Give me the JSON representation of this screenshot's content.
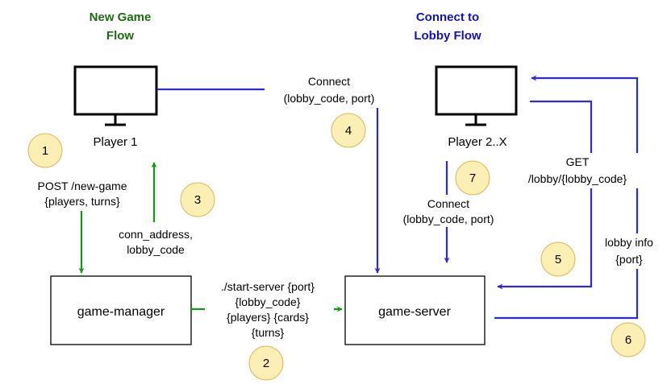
{
  "colors": {
    "green": "#129912",
    "blue": "#2a2ae6",
    "heading_green": "#1e6b14",
    "heading_blue": "#1010c8",
    "step_fill": "#fcefb4",
    "step_stroke": "#d6b656"
  },
  "headings": {
    "new_game": [
      "New Game",
      "Flow"
    ],
    "connect_lobby": [
      "Connect to",
      "Lobby Flow"
    ]
  },
  "nodes": {
    "player1": {
      "label": "Player 1",
      "icon": "monitor-icon"
    },
    "player2": {
      "label": "Player 2..X",
      "icon": "monitor-icon"
    },
    "game_manager": {
      "label": "game-manager"
    },
    "game_server": {
      "label": "game-server"
    }
  },
  "edge_labels": {
    "post_new_game": [
      "POST /new-game",
      "{players, turns}"
    ],
    "conn_address": [
      "conn_address,",
      "lobby_code"
    ],
    "connect_p1": [
      "Connect",
      "(lobby_code, port)"
    ],
    "connect_p2": [
      "Connect",
      "(lobby_code, port)"
    ],
    "start_server": [
      "./start-server {port}",
      "{lobby_code}",
      "{players} {cards}",
      "{turns}"
    ],
    "get_lobby": [
      "GET",
      "/lobby/{lobby_code}"
    ],
    "lobby_info": [
      "lobby info",
      "{port}"
    ]
  },
  "steps": [
    "1",
    "2",
    "3",
    "4",
    "5",
    "6",
    "7"
  ]
}
